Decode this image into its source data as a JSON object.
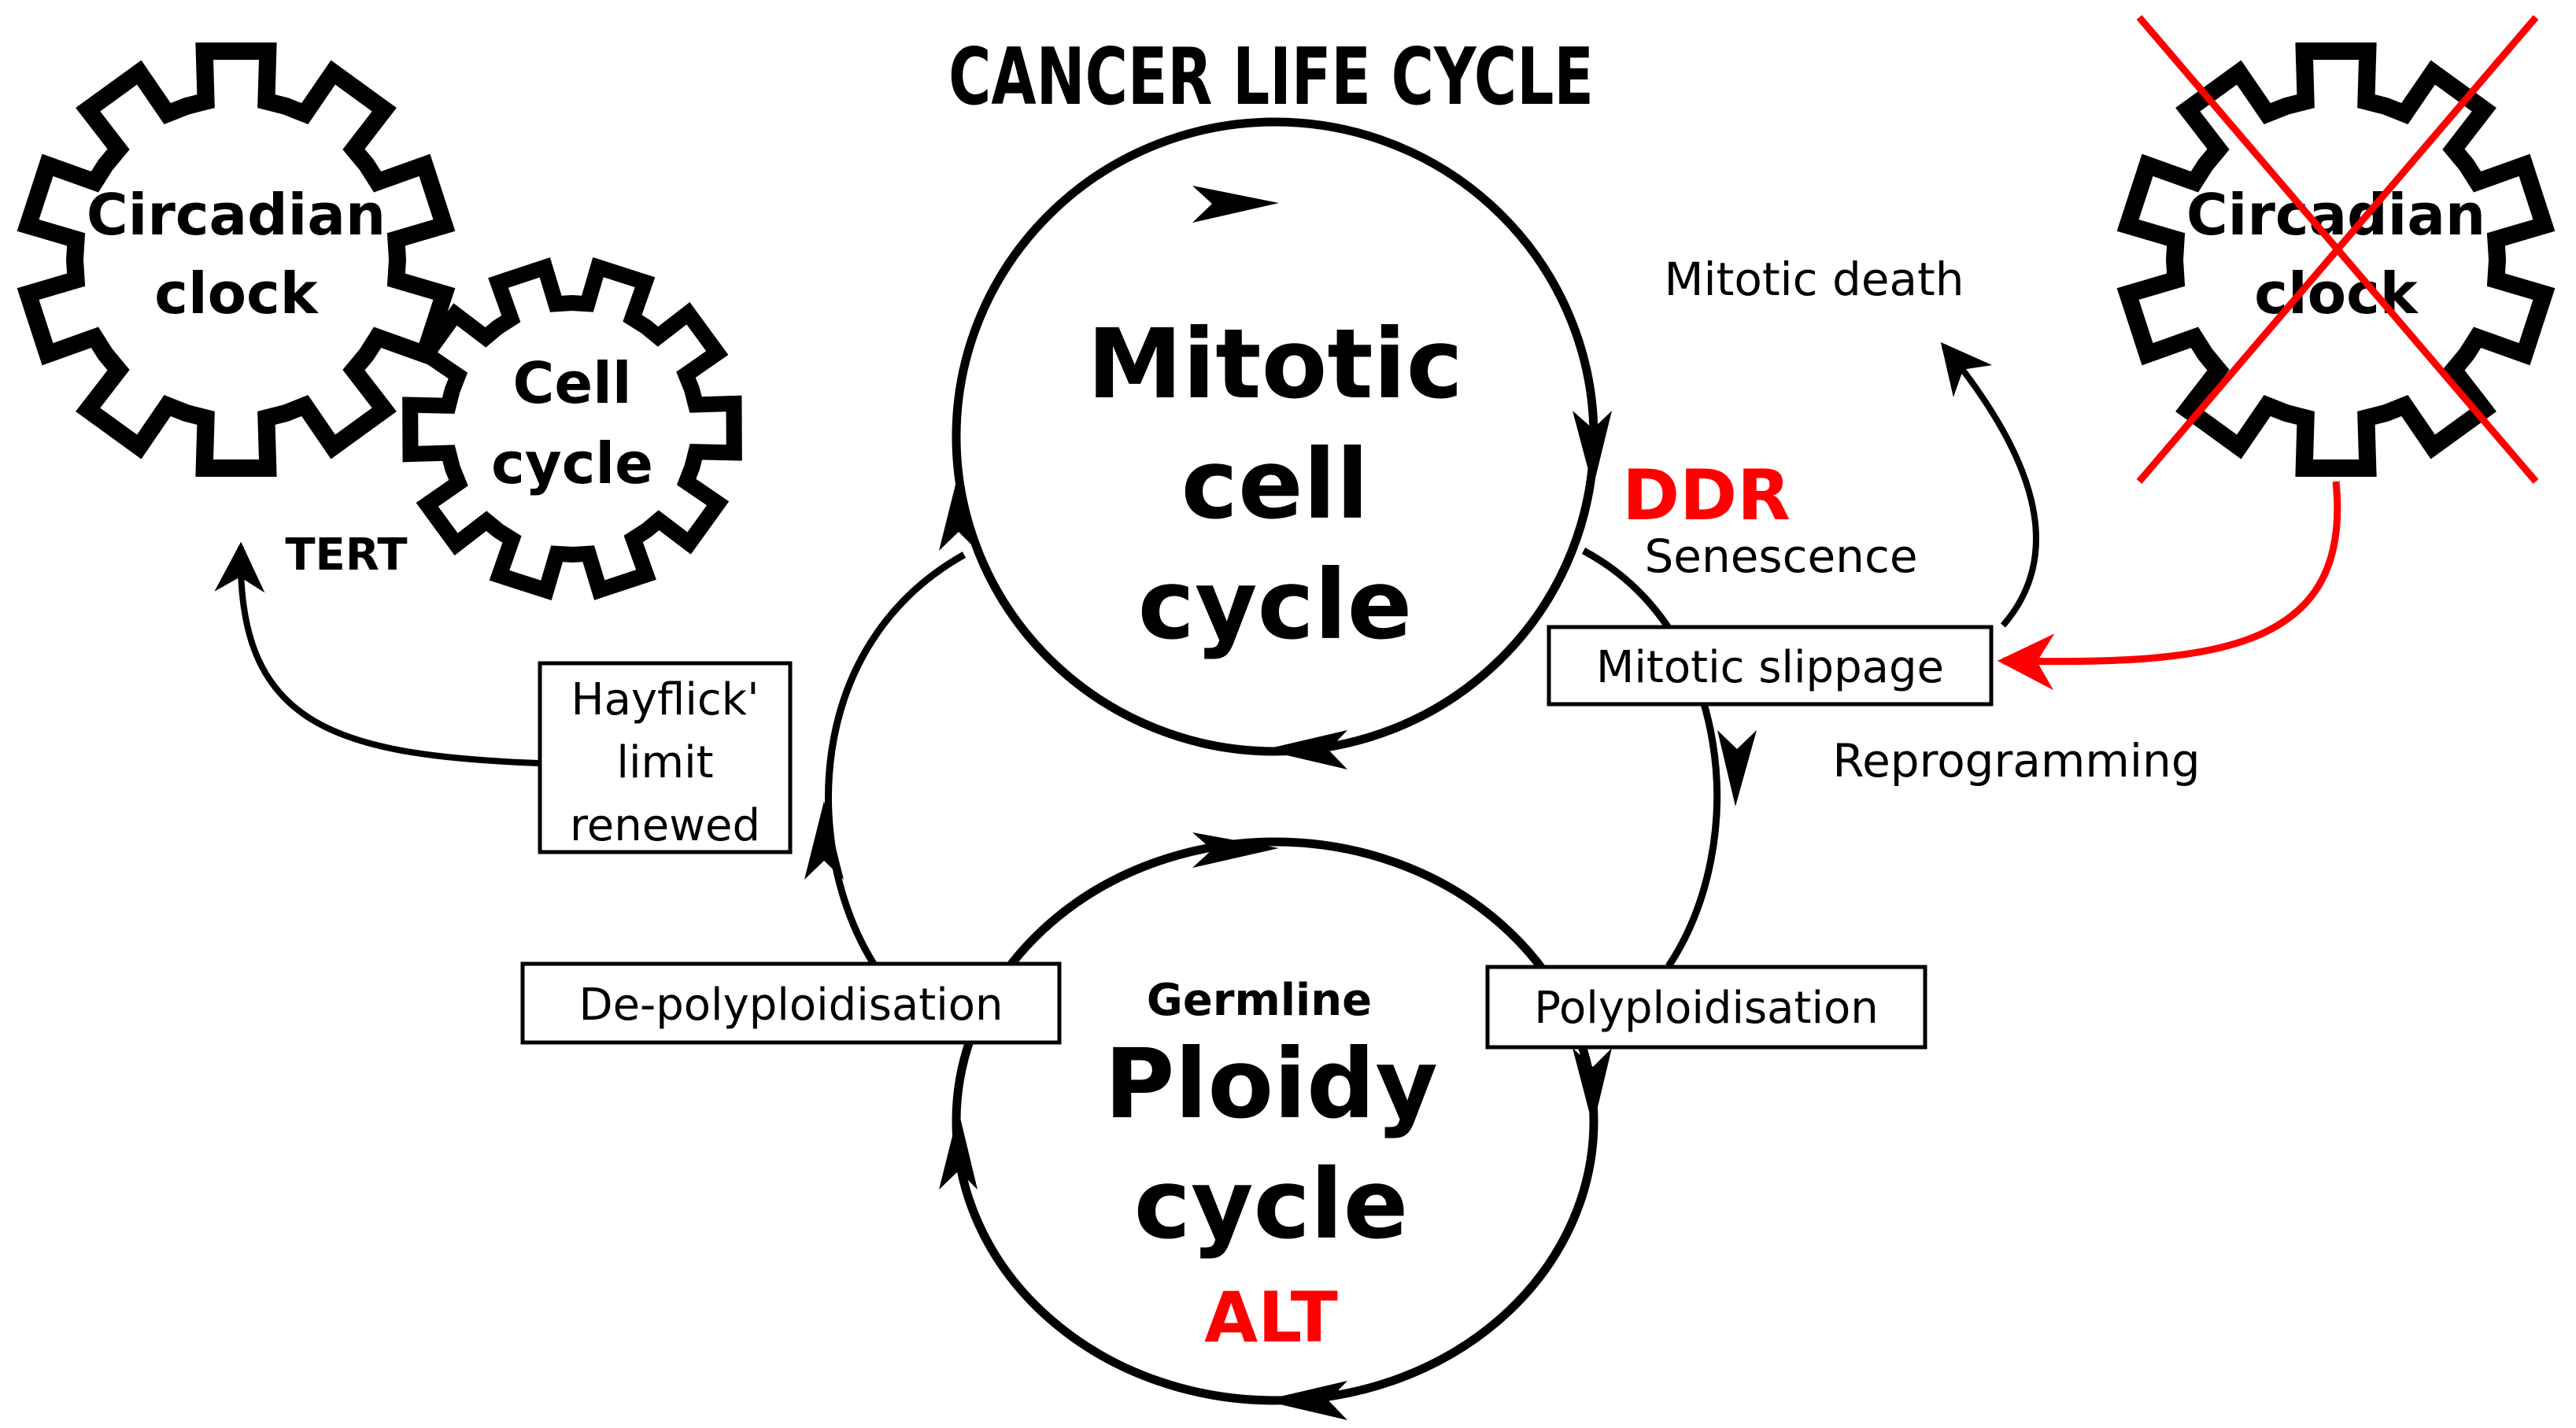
{
  "title": "CANCER LIFE CYCLE",
  "gears": {
    "left_big": {
      "line1": "Circadian",
      "line2": "clock"
    },
    "left_small": {
      "line1": "Cell",
      "line2": "cycle"
    },
    "right_crossed": {
      "line1": "Circadian",
      "line2": "clock"
    }
  },
  "cycles": {
    "mitotic": {
      "line1": "Mitotic",
      "line2": "cell",
      "line3": "cycle"
    },
    "ploidy": {
      "over": "Germline",
      "line1": "Ploidy",
      "line2": "cycle",
      "marker": "ALT"
    }
  },
  "labels": {
    "tert": "TERT",
    "ddr": "DDR",
    "senescence": "Senescence",
    "mitotic_death": "Mitotic death",
    "reprogramming": "Reprogramming"
  },
  "boxes": {
    "hayflick": {
      "line1": "Hayflick'",
      "line2": "limit",
      "line3": "renewed"
    },
    "mitotic_slippage": "Mitotic slippage",
    "de_polyploidisation": "De-polyploidisation",
    "polyploidisation": "Polyploidisation"
  },
  "colors": {
    "ink": "#000000",
    "accent": "#ff0000"
  }
}
